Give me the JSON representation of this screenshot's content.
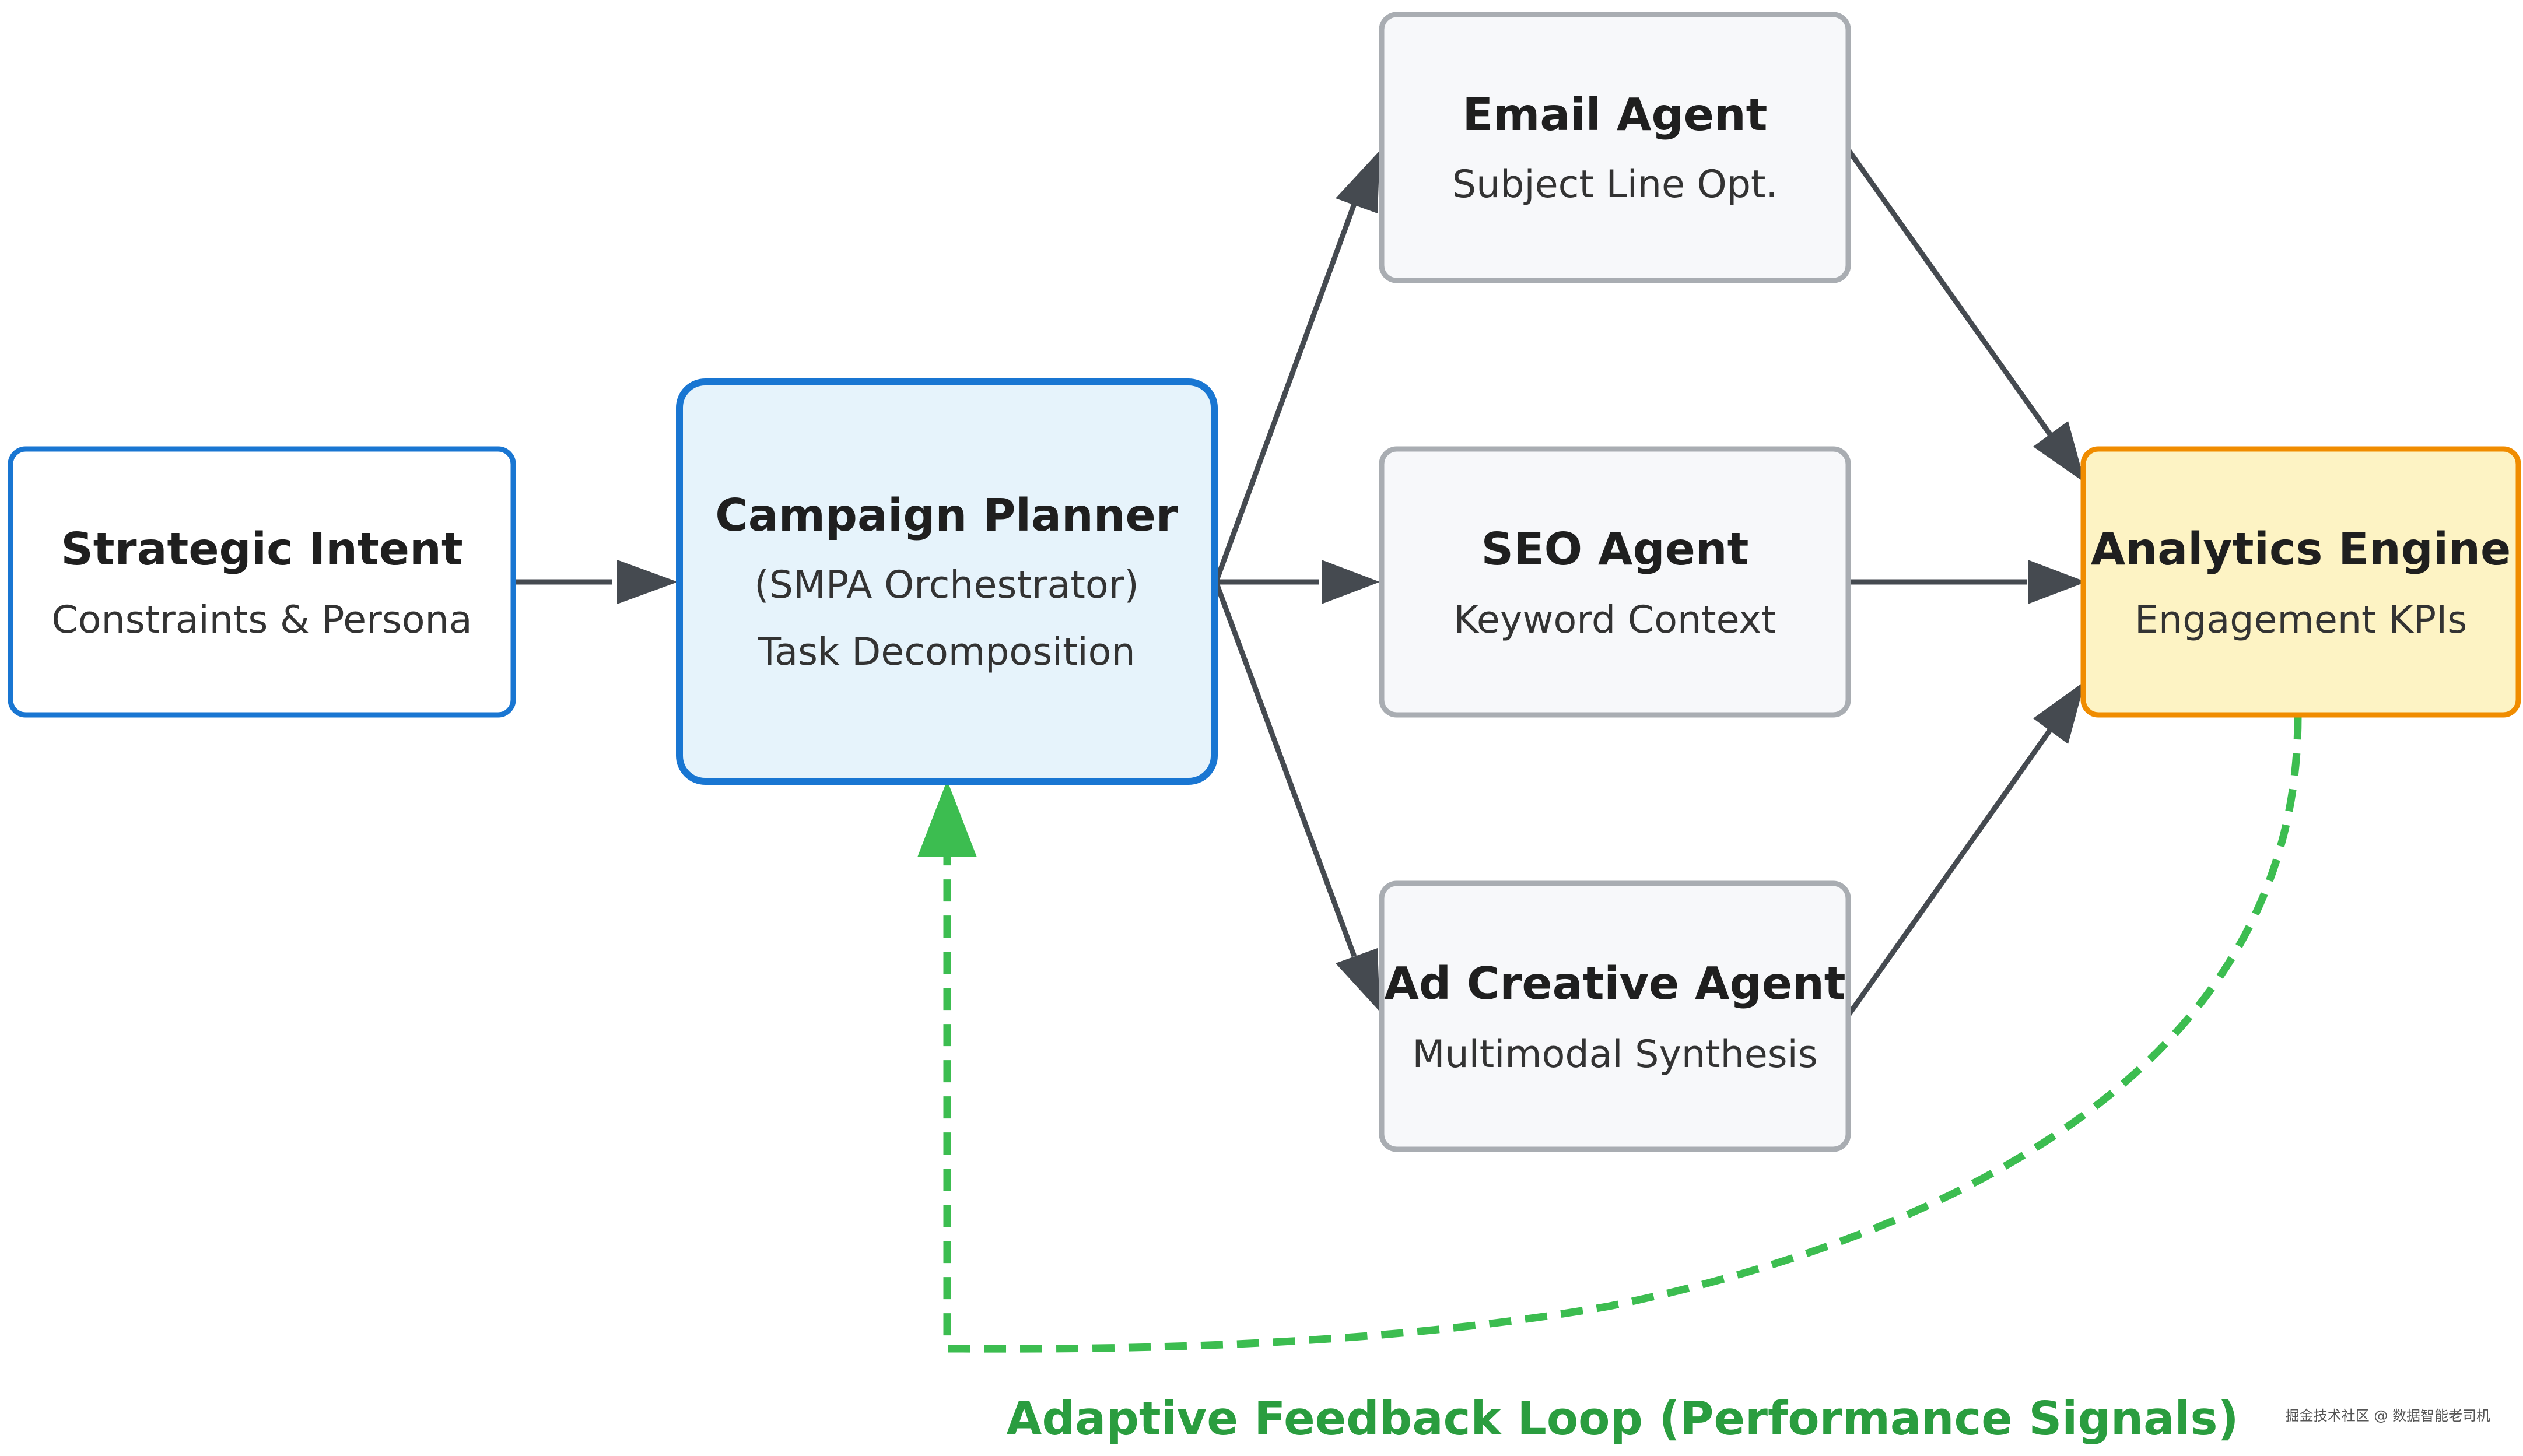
{
  "nodes": {
    "strategic_intent": {
      "title": "Strategic Intent",
      "subtitle": "Constraints & Persona",
      "border": "#1976d2",
      "fill": "#ffffff"
    },
    "campaign_planner": {
      "title": "Campaign Planner",
      "subtitle": "(SMPA Orchestrator)",
      "subtitle2": "Task Decomposition",
      "border": "#1976d2",
      "fill": "#e6f3fb"
    },
    "email_agent": {
      "title": "Email Agent",
      "subtitle": "Subject Line Opt.",
      "border": "#a9adb2",
      "fill": "#f7f8fa"
    },
    "seo_agent": {
      "title": "SEO Agent",
      "subtitle": "Keyword Context",
      "border": "#a9adb2",
      "fill": "#f7f8fa"
    },
    "ad_creative_agent": {
      "title": "Ad Creative Agent",
      "subtitle": "Multimodal Synthesis",
      "border": "#a9adb2",
      "fill": "#f7f8fa"
    },
    "analytics_engine": {
      "title": "Analytics Engine",
      "subtitle": "Engagement KPIs",
      "border": "#f08c00",
      "fill": "#fdf3c4"
    }
  },
  "feedback": {
    "label": "Adaptive Feedback Loop (Performance Signals)",
    "color": "#3cbd50"
  },
  "arrow_color": "#454a50",
  "watermark": "掘金技术社区 @ 数据智能老司机"
}
